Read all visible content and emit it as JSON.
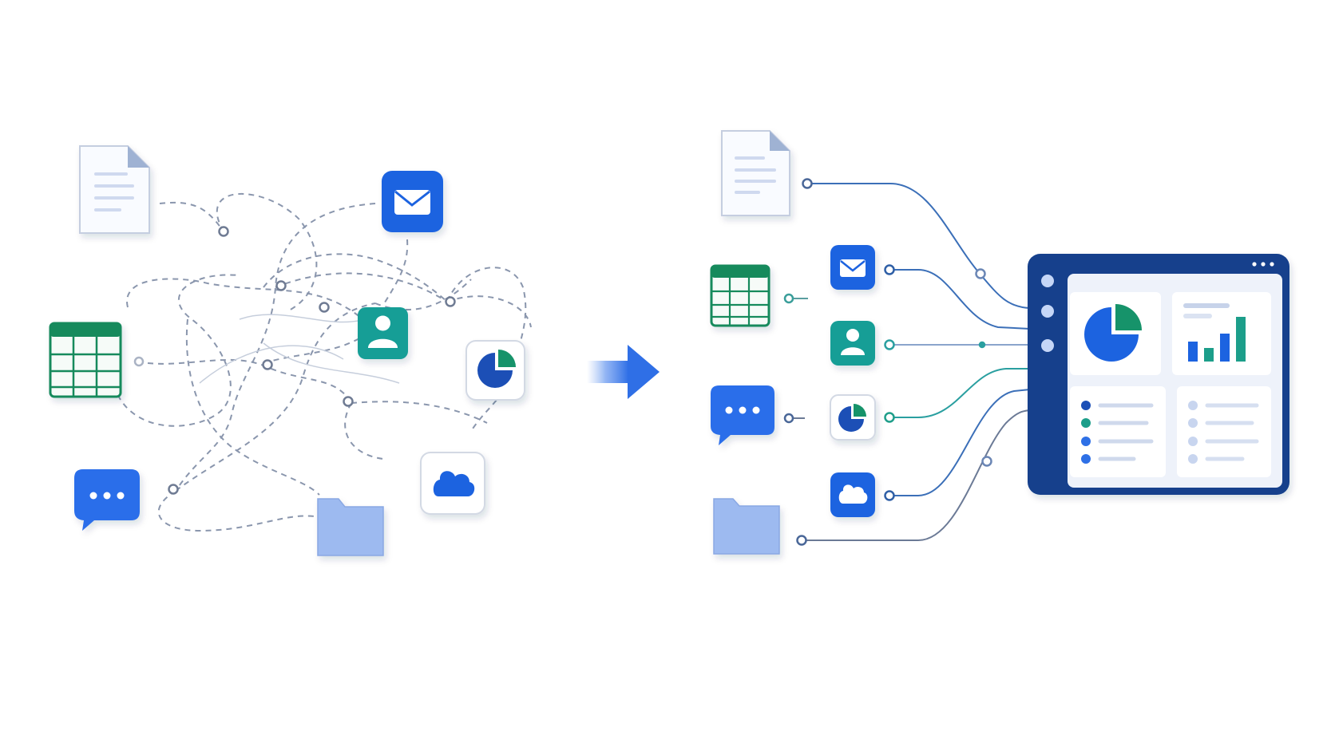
{
  "diagram": {
    "left_cluster": {
      "nodes": [
        "document-icon",
        "email-icon",
        "spreadsheet-icon",
        "contact-icon",
        "pie-chart-icon",
        "chat-icon",
        "cloud-icon",
        "folder-icon"
      ],
      "connection_style": "dashed-tangled"
    },
    "transition": "arrow-right-icon",
    "right_cluster": {
      "nodes": [
        "document-icon",
        "spreadsheet-icon",
        "email-icon",
        "contact-icon",
        "chat-icon",
        "pie-chart-icon",
        "cloud-icon",
        "folder-icon"
      ],
      "connection_style": "solid-converging",
      "hub": "dashboard-window"
    }
  },
  "colors": {
    "primary_blue": "#1f63e0",
    "navy": "#123f8c",
    "teal": "#139e96",
    "green": "#148a5c",
    "folder_blue": "#9dbaf0",
    "line_gray": "#8a96ad",
    "line_blue": "#3b6fb8",
    "line_teal": "#2a9fa0"
  }
}
